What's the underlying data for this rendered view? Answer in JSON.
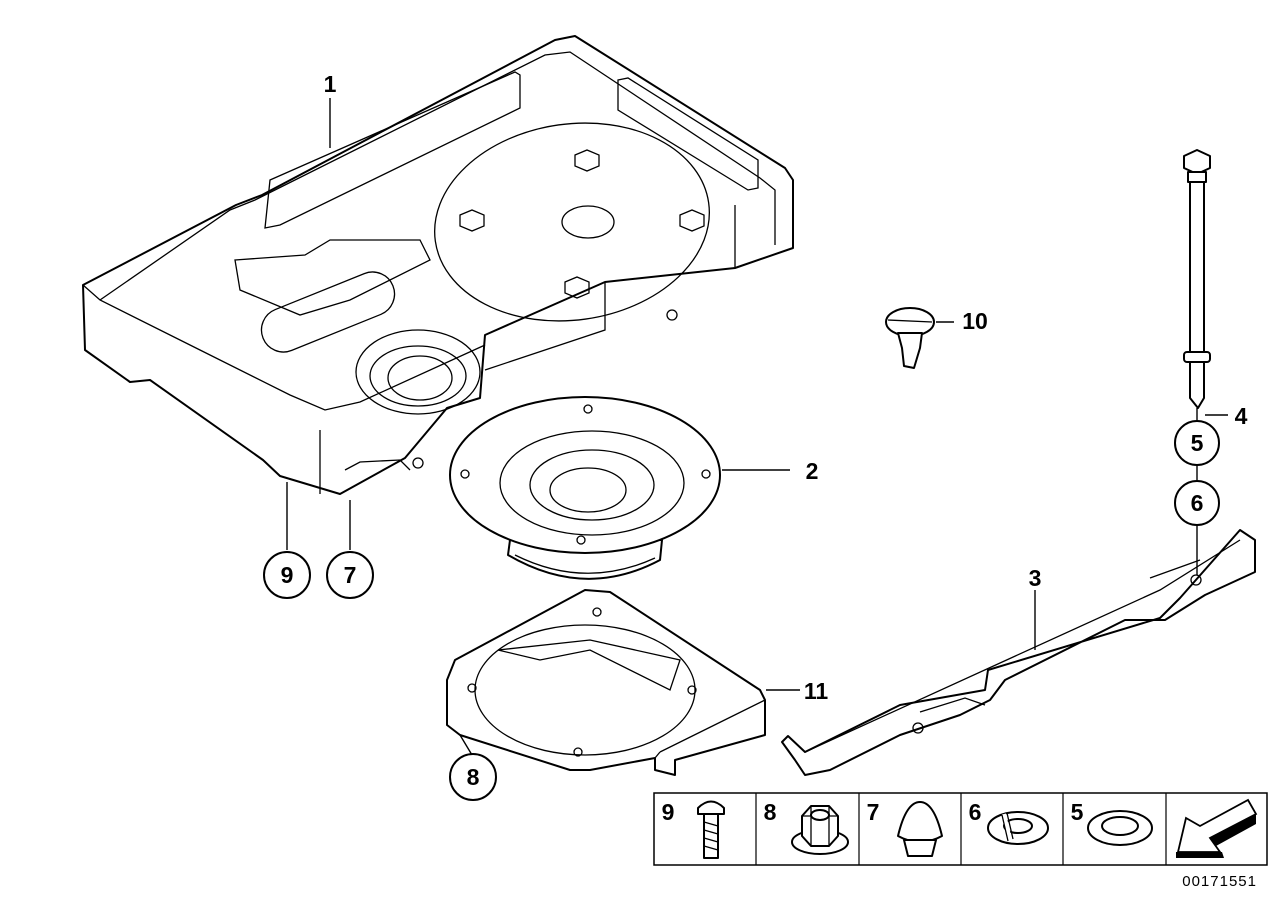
{
  "callouts": {
    "c1": "1",
    "c2": "2",
    "c3": "3",
    "c4": "4",
    "c5": "5",
    "c6": "6",
    "c7": "7",
    "c8": "8",
    "c9": "9",
    "c10": "10",
    "c11": "11"
  },
  "legend": {
    "cells": [
      {
        "label": "9",
        "icon": "bolt-icon"
      },
      {
        "label": "8",
        "icon": "hex-nut-icon"
      },
      {
        "label": "7",
        "icon": "rubber-buffer-icon"
      },
      {
        "label": "6",
        "icon": "spring-washer-icon"
      },
      {
        "label": "5",
        "icon": "flat-washer-icon"
      }
    ],
    "arrow_icon": "direction-arrow-icon"
  },
  "document_id": "00171551"
}
